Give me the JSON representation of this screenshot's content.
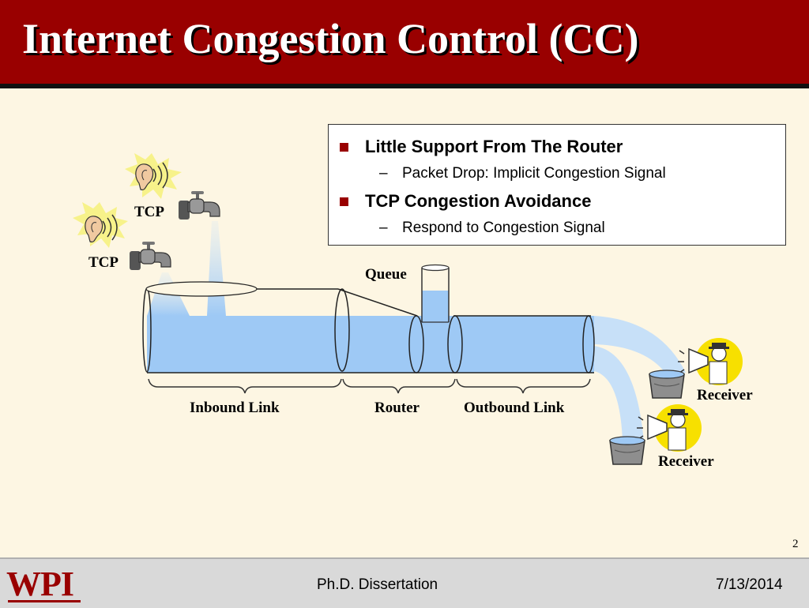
{
  "title": "Internet Congestion Control (CC)",
  "bullets": [
    {
      "text": "Little Support From The Router",
      "sub": "Packet Drop: Implicit Congestion Signal"
    },
    {
      "text": "TCP Congestion Avoidance",
      "sub": "Respond to Congestion Signal"
    }
  ],
  "diagram": {
    "senders": [
      "TCP",
      "TCP"
    ],
    "queue_label": "Queue",
    "segments": [
      "Inbound Link",
      "Router",
      "Outbound Link"
    ],
    "receivers": [
      "Receiver",
      "Receiver"
    ],
    "icons": [
      "ear-icon",
      "faucet-icon",
      "bucket-icon",
      "receiver-person-icon",
      "megaphone-icon"
    ]
  },
  "page_number": "2",
  "footer": {
    "logo": "WPI",
    "center": "Ph.D. Dissertation",
    "date": "7/13/2014"
  },
  "colors": {
    "title_bg": "#990000",
    "bullet": "#990000",
    "water": "#9ec9f5",
    "background": "#fdf6e3"
  }
}
